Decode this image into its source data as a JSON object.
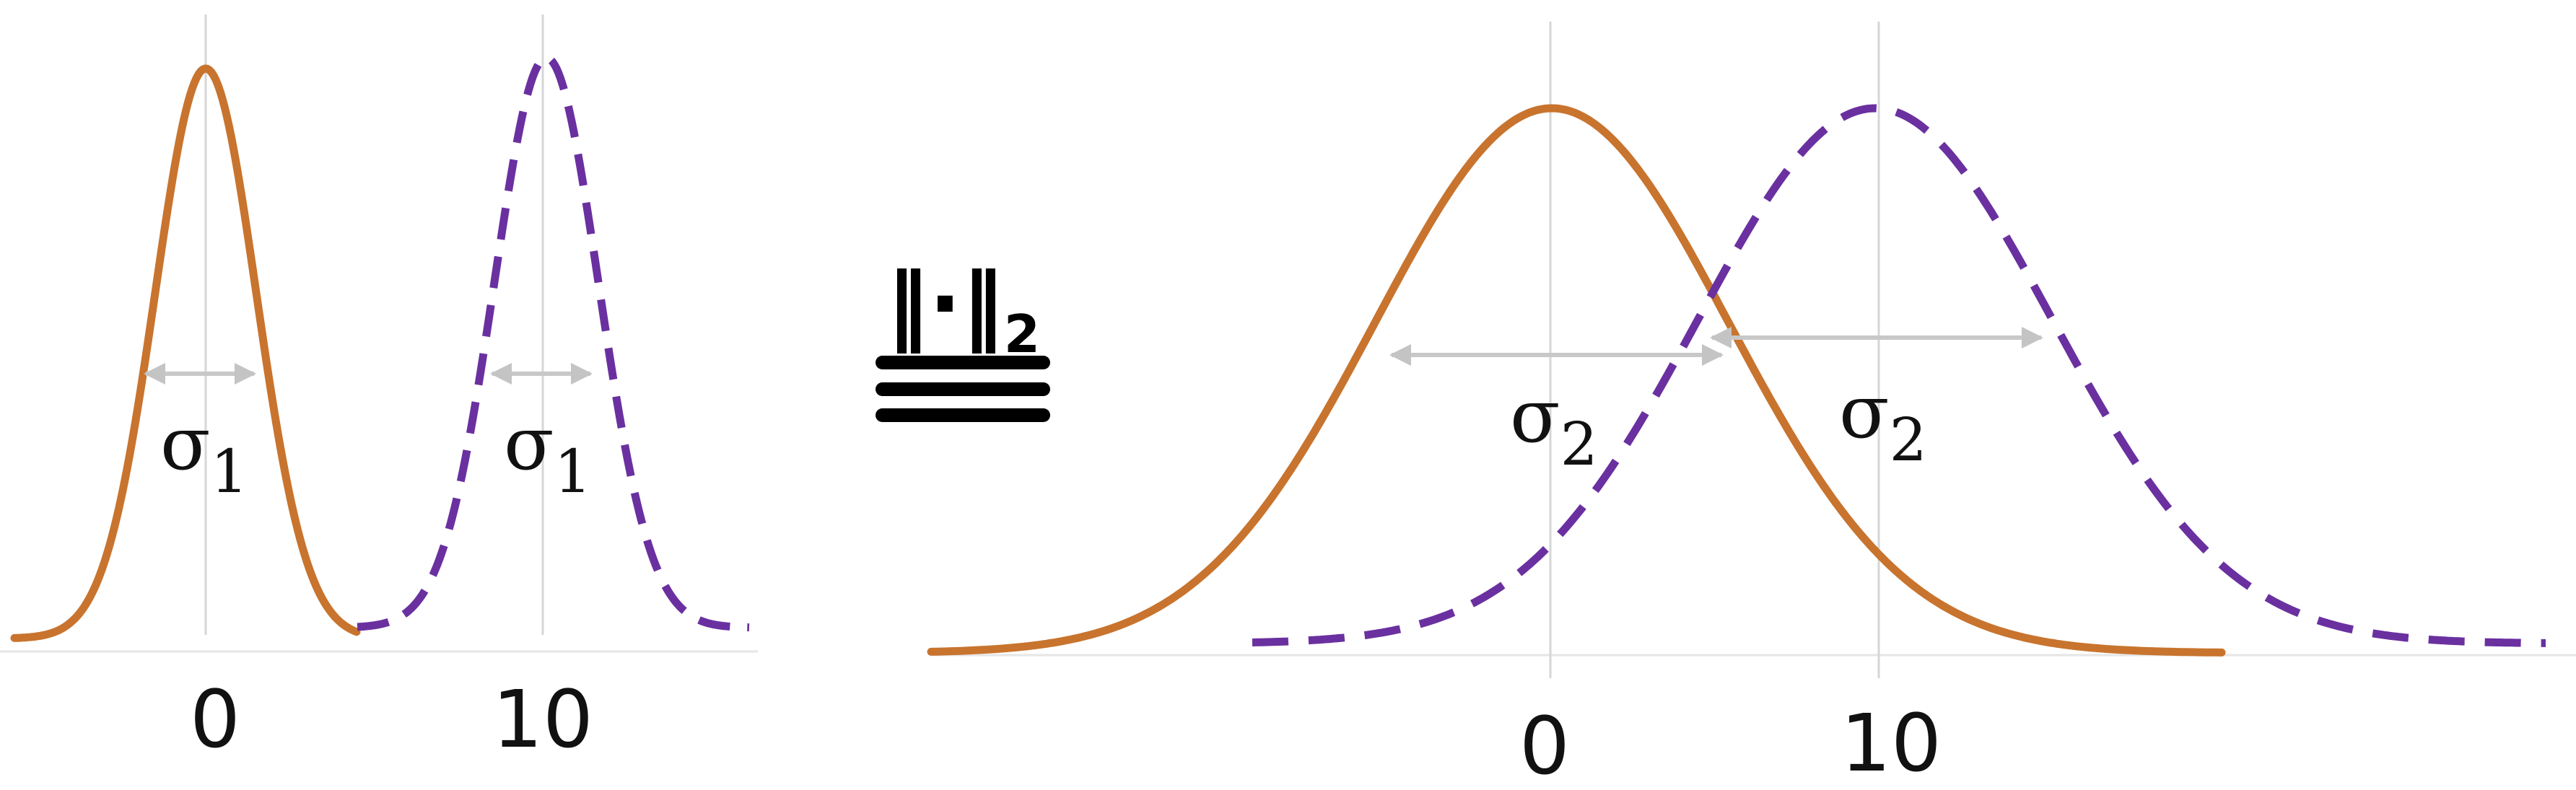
{
  "left_panel": {
    "solid_curve": {
      "color": "#C8742E",
      "style": "solid"
    },
    "dashed_curve": {
      "color": "#6A30A0",
      "style": "dashed"
    },
    "solid_width_label": {
      "symbol": "σ",
      "subscript": "1"
    },
    "dashed_width_label": {
      "symbol": "σ",
      "subscript": "1"
    },
    "tick_labels": [
      "0",
      "10"
    ]
  },
  "operator": {
    "norm_symbol": "‖·‖",
    "norm_subscript": "2",
    "equivalence_symbol": "≡"
  },
  "right_panel": {
    "solid_curve": {
      "color": "#C8742E",
      "style": "solid"
    },
    "dashed_curve": {
      "color": "#6A30A0",
      "style": "dashed"
    },
    "solid_width_label": {
      "symbol": "σ",
      "subscript": "2"
    },
    "dashed_width_label": {
      "symbol": "σ",
      "subscript": "2"
    },
    "tick_labels": [
      "0",
      "10"
    ]
  },
  "colors": {
    "guide_line": "#d4d4d4",
    "arrow": "#c8c8c8",
    "baseline": "#e2e2e2",
    "text": "#111111"
  }
}
